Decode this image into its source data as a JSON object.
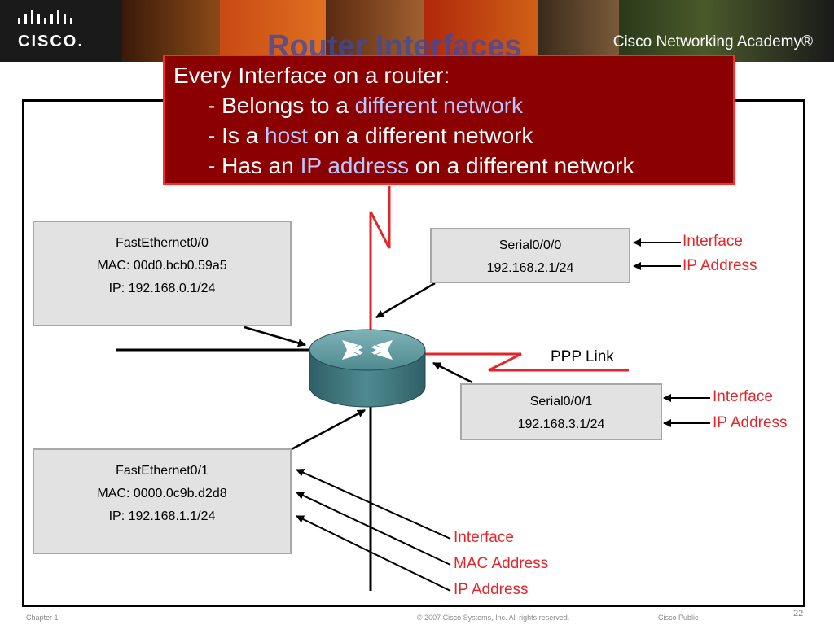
{
  "header": {
    "logo": "CISCO.",
    "academy": "Cisco Networking Academy®",
    "slide_title": "Router Interfaces"
  },
  "callout": {
    "line1": "Every Interface on a router:",
    "line2_pre": "- Belongs to a ",
    "line2_hl": "different network",
    "line3_pre": "- Is a ",
    "line3_hl": "host",
    "line3_post": " on a different network",
    "line4_pre": "- Has an ",
    "line4_hl": "IP address",
    "line4_post": " on a different network"
  },
  "diagram": {
    "fe00": {
      "name": "FastEthernet0/0",
      "mac": "MAC: 00d0.bcb0.59a5",
      "ip": "IP: 192.168.0.1/24"
    },
    "fe01": {
      "name": "FastEthernet0/1",
      "mac": "MAC: 0000.0c9b.d2d8",
      "ip": "IP: 192.168.1.1/24"
    },
    "s000": {
      "name": "Serial0/0/0",
      "ip": "192.168.2.1/24"
    },
    "s001": {
      "name": "Serial0/0/1",
      "ip": "192.168.3.1/24"
    },
    "ppp_link": "PPP Link",
    "labels": {
      "interface": "Interface",
      "ip_address": "IP Address",
      "mac_address": "MAC Address"
    }
  },
  "footer": {
    "chapter": "Chapter 1",
    "copyright": "© 2007 Cisco Systems, Inc. All rights reserved.",
    "classification": "Cisco Public",
    "page": "22"
  },
  "colors": {
    "callout_bg": "#8b0000",
    "label_red": "#e3262b",
    "highlight": "#b9c8ff"
  }
}
